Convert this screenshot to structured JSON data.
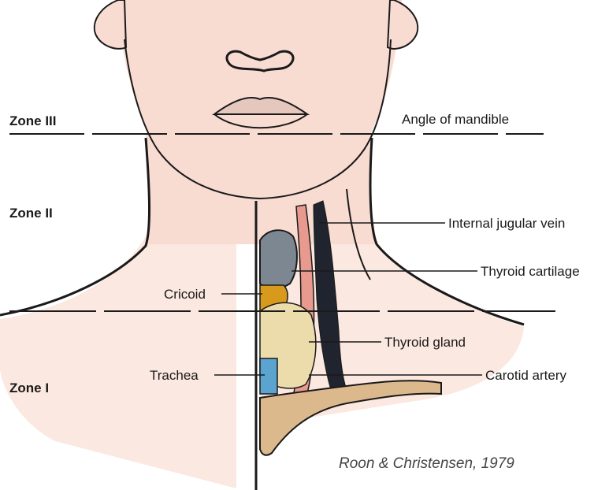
{
  "zones": {
    "zone3": "Zone III",
    "zone2": "Zone II",
    "zone1": "Zone I"
  },
  "labels": {
    "angle": "Angle of mandible",
    "ijv": "Internal jugular vein",
    "thyroid_cartilage": "Thyroid cartilage",
    "cricoid": "Cricoid",
    "thyroid_gland": "Thyroid gland",
    "trachea": "Trachea",
    "carotid": "Carotid artery"
  },
  "citation": "Roon & Christensen, 1979",
  "colors": {
    "skin": "#f8dcd2",
    "outline": "#1a1a1a",
    "cartilage": "#7d8791",
    "cricoid": "#d79a1d",
    "thyroid_gland": "#ecdcab",
    "carotid": "#e89a8e",
    "vein": "#20242e",
    "trachea": "#5aa4cf",
    "clavicle": "#dcb98c"
  }
}
